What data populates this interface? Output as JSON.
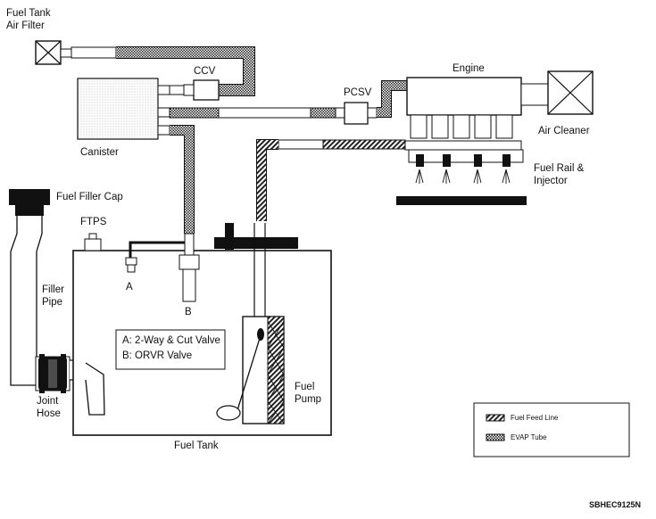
{
  "labels": {
    "fuel_tank_air_filter": "Fuel Tank\nAir Filter",
    "ccv": "CCV",
    "canister": "Canister",
    "pcsv": "PCSV",
    "engine": "Engine",
    "air_cleaner": "Air Cleaner",
    "fuel_rail_injector": "Fuel Rail &\nInjector",
    "fuel_filler_cap": "Fuel Filler Cap",
    "ftps": "FTPS",
    "filler_pipe": "Filler\nPipe",
    "valve_a": "A",
    "valve_b": "B",
    "fuel_pump": "Fuel\nPump",
    "joint_hose": "Joint\nHose",
    "fuel_tank": "Fuel Tank"
  },
  "valve_key": {
    "a": "A: 2-Way & Cut Valve",
    "b": "B: ORVR Valve"
  },
  "legend": {
    "feed_line": "Fuel Feed Line",
    "evap_tube": "EVAP Tube"
  },
  "figure_code": "SBHEC9125N"
}
